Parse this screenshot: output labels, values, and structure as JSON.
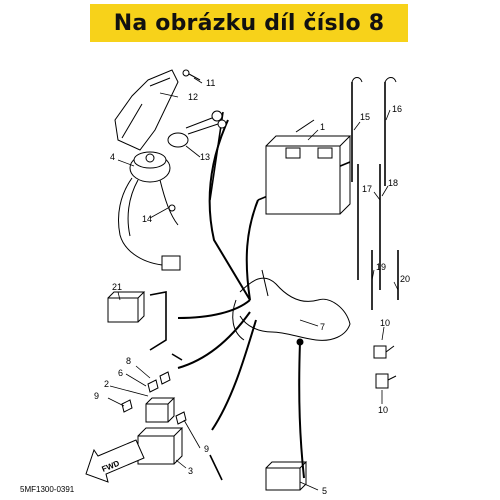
{
  "banner": {
    "text": "Na obrázku díl číslo 8",
    "color": "#f7d21a"
  },
  "diagram": {
    "reference_code": "5MF1300-0391",
    "forward_label": "FWD",
    "part_numbers": [
      "1",
      "2",
      "3",
      "4",
      "5",
      "6",
      "7",
      "8",
      "9",
      "9",
      "10",
      "10",
      "11",
      "12",
      "13",
      "14",
      "15",
      "16",
      "17",
      "18",
      "19",
      "20",
      "21"
    ]
  }
}
